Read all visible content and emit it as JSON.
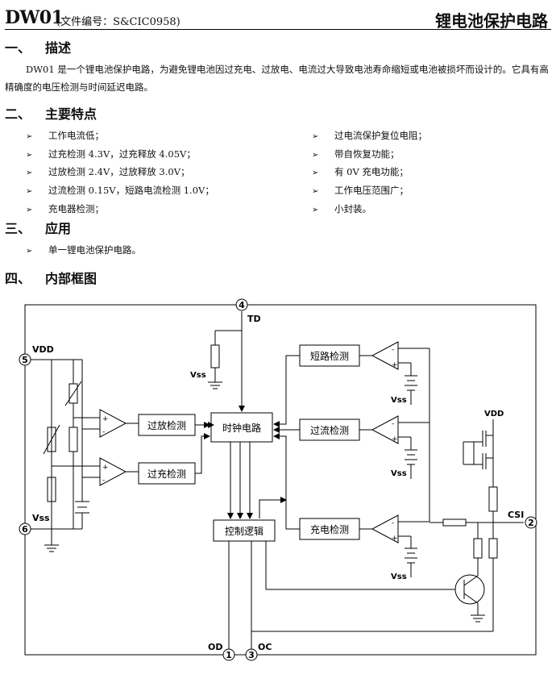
{
  "header": {
    "model": "DW01",
    "doc_number": "(文件编号：S&CIC0958)",
    "title": "锂电池保护电路"
  },
  "sections": {
    "s1": {
      "num": "一、",
      "title": "描述",
      "text": "DW01 是一个锂电池保护电路，为避免锂电池因过充电、过放电、电流过大导致电池寿命缩短或电池被损坏而设计的。它具有高精确度的电压检测与时间延迟电路。"
    },
    "s2": {
      "num": "二、",
      "title": "主要特点",
      "left": [
        "工作电流低；",
        "过充检测 4.3V，过充释放 4.05V；",
        "过放检测 2.4V，过放释放 3.0V；",
        "过流检测 0.15V，短路电流检测 1.0V；",
        "充电器检测；"
      ],
      "right": [
        "过电流保护复位电阻；",
        "带自恢复功能；",
        "有 0V 充电功能；",
        "工作电压范围广；",
        "小封装。"
      ]
    },
    "s3": {
      "num": "三、",
      "title": "应用",
      "items": [
        "单一锂电池保护电路。"
      ]
    },
    "s4": {
      "num": "四、",
      "title": "内部框图"
    }
  },
  "bullet_marker": "➢",
  "diagram": {
    "blocks": {
      "overdischarge": "过放检测",
      "overcharge": "过充检测",
      "clock": "时钟电路",
      "short": "短路检测",
      "overcurrent": "过流检测",
      "charger": "充电检测",
      "logic": "控制逻辑"
    },
    "pins": {
      "p1": {
        "num": "1",
        "name": "OD"
      },
      "p2": {
        "num": "2",
        "name": "CSI"
      },
      "p3": {
        "num": "3",
        "name": "OC"
      },
      "p4": {
        "num": "4",
        "name": "TD"
      },
      "p5": {
        "num": "5",
        "name": "VDD"
      },
      "p6": {
        "num": "6",
        "name": "Vss"
      }
    },
    "labels": {
      "vss": "Vss",
      "vdd": "VDD",
      "plus": "+",
      "minus": "-"
    }
  }
}
